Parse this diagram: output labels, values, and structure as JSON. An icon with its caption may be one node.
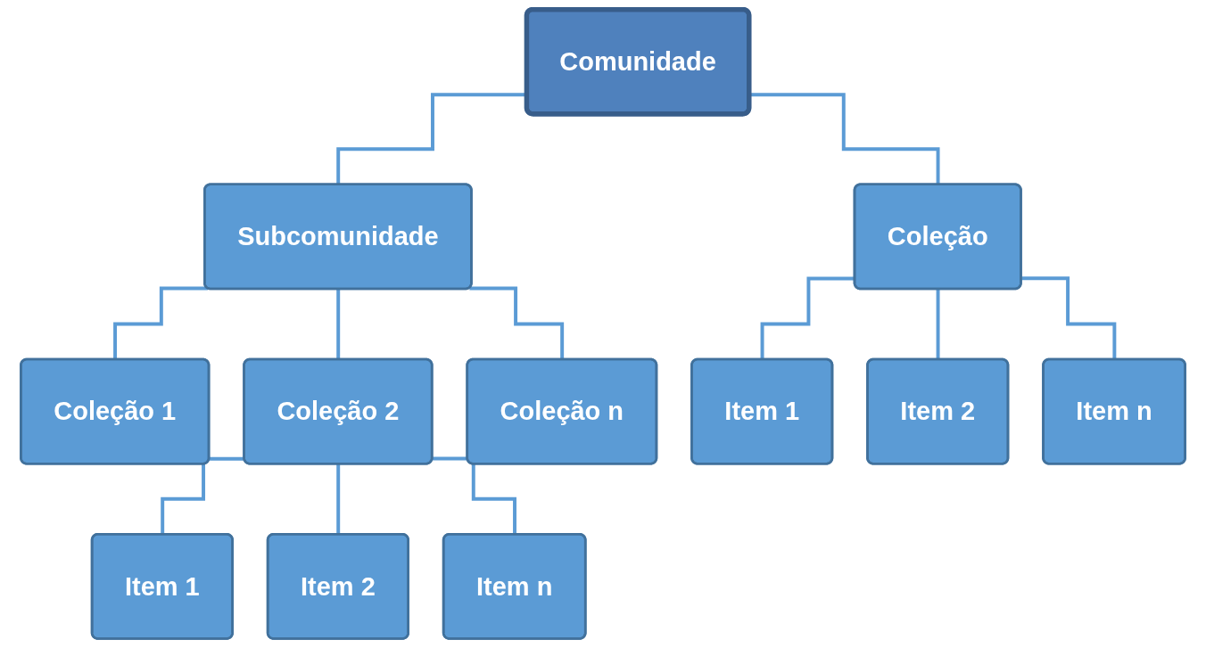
{
  "diagram": {
    "nodes": [
      {
        "text": [
          "Comunidade"
        ]
      },
      {
        "text": [
          "Subcomunidade"
        ]
      },
      {
        "text": [
          "Coleção"
        ]
      },
      {
        "text": [
          "Coleção 1"
        ]
      },
      {
        "text": [
          "Coleção 2"
        ]
      },
      {
        "text": [
          "Coleção n"
        ]
      },
      {
        "text": [
          "Item 1"
        ]
      },
      {
        "text": [
          "Item 2"
        ]
      },
      {
        "text": [
          "Item n"
        ]
      },
      {
        "text": [
          "Item 1"
        ]
      },
      {
        "text": [
          "Item 2"
        ]
      },
      {
        "text": [
          "Item n"
        ]
      }
    ],
    "edges": [
      {
        "from": 0,
        "to": 1,
        "arrow": "none"
      },
      {
        "from": 0,
        "to": 2,
        "arrow": "none"
      },
      {
        "from": 1,
        "to": 3,
        "arrow": "none"
      },
      {
        "from": 1,
        "to": 4,
        "arrow": "none"
      },
      {
        "from": 1,
        "to": 5,
        "arrow": "none"
      },
      {
        "from": 2,
        "to": 6,
        "arrow": "none"
      },
      {
        "from": 2,
        "to": 7,
        "arrow": "none"
      },
      {
        "from": 2,
        "to": 8,
        "arrow": "none"
      },
      {
        "from": 4,
        "to": 9,
        "arrow": "none"
      },
      {
        "from": 4,
        "to": 10,
        "arrow": "none"
      },
      {
        "from": 4,
        "to": 11,
        "arrow": "none"
      }
    ]
  }
}
